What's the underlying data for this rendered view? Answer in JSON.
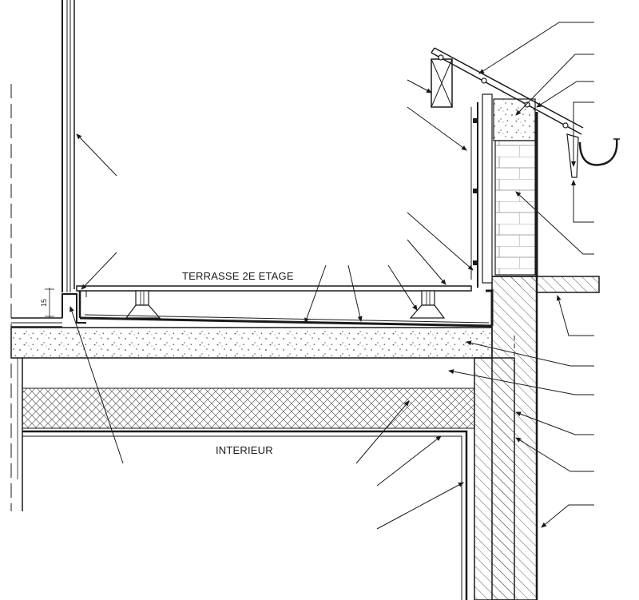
{
  "labels": {
    "terrace": "TERRASSE 2E ETAGE",
    "interior": "INTERIEUR",
    "dimension": "15"
  },
  "colors": {
    "line": "#1a1a1a",
    "paper": "#ffffff",
    "concrete_dot": "#555555"
  }
}
